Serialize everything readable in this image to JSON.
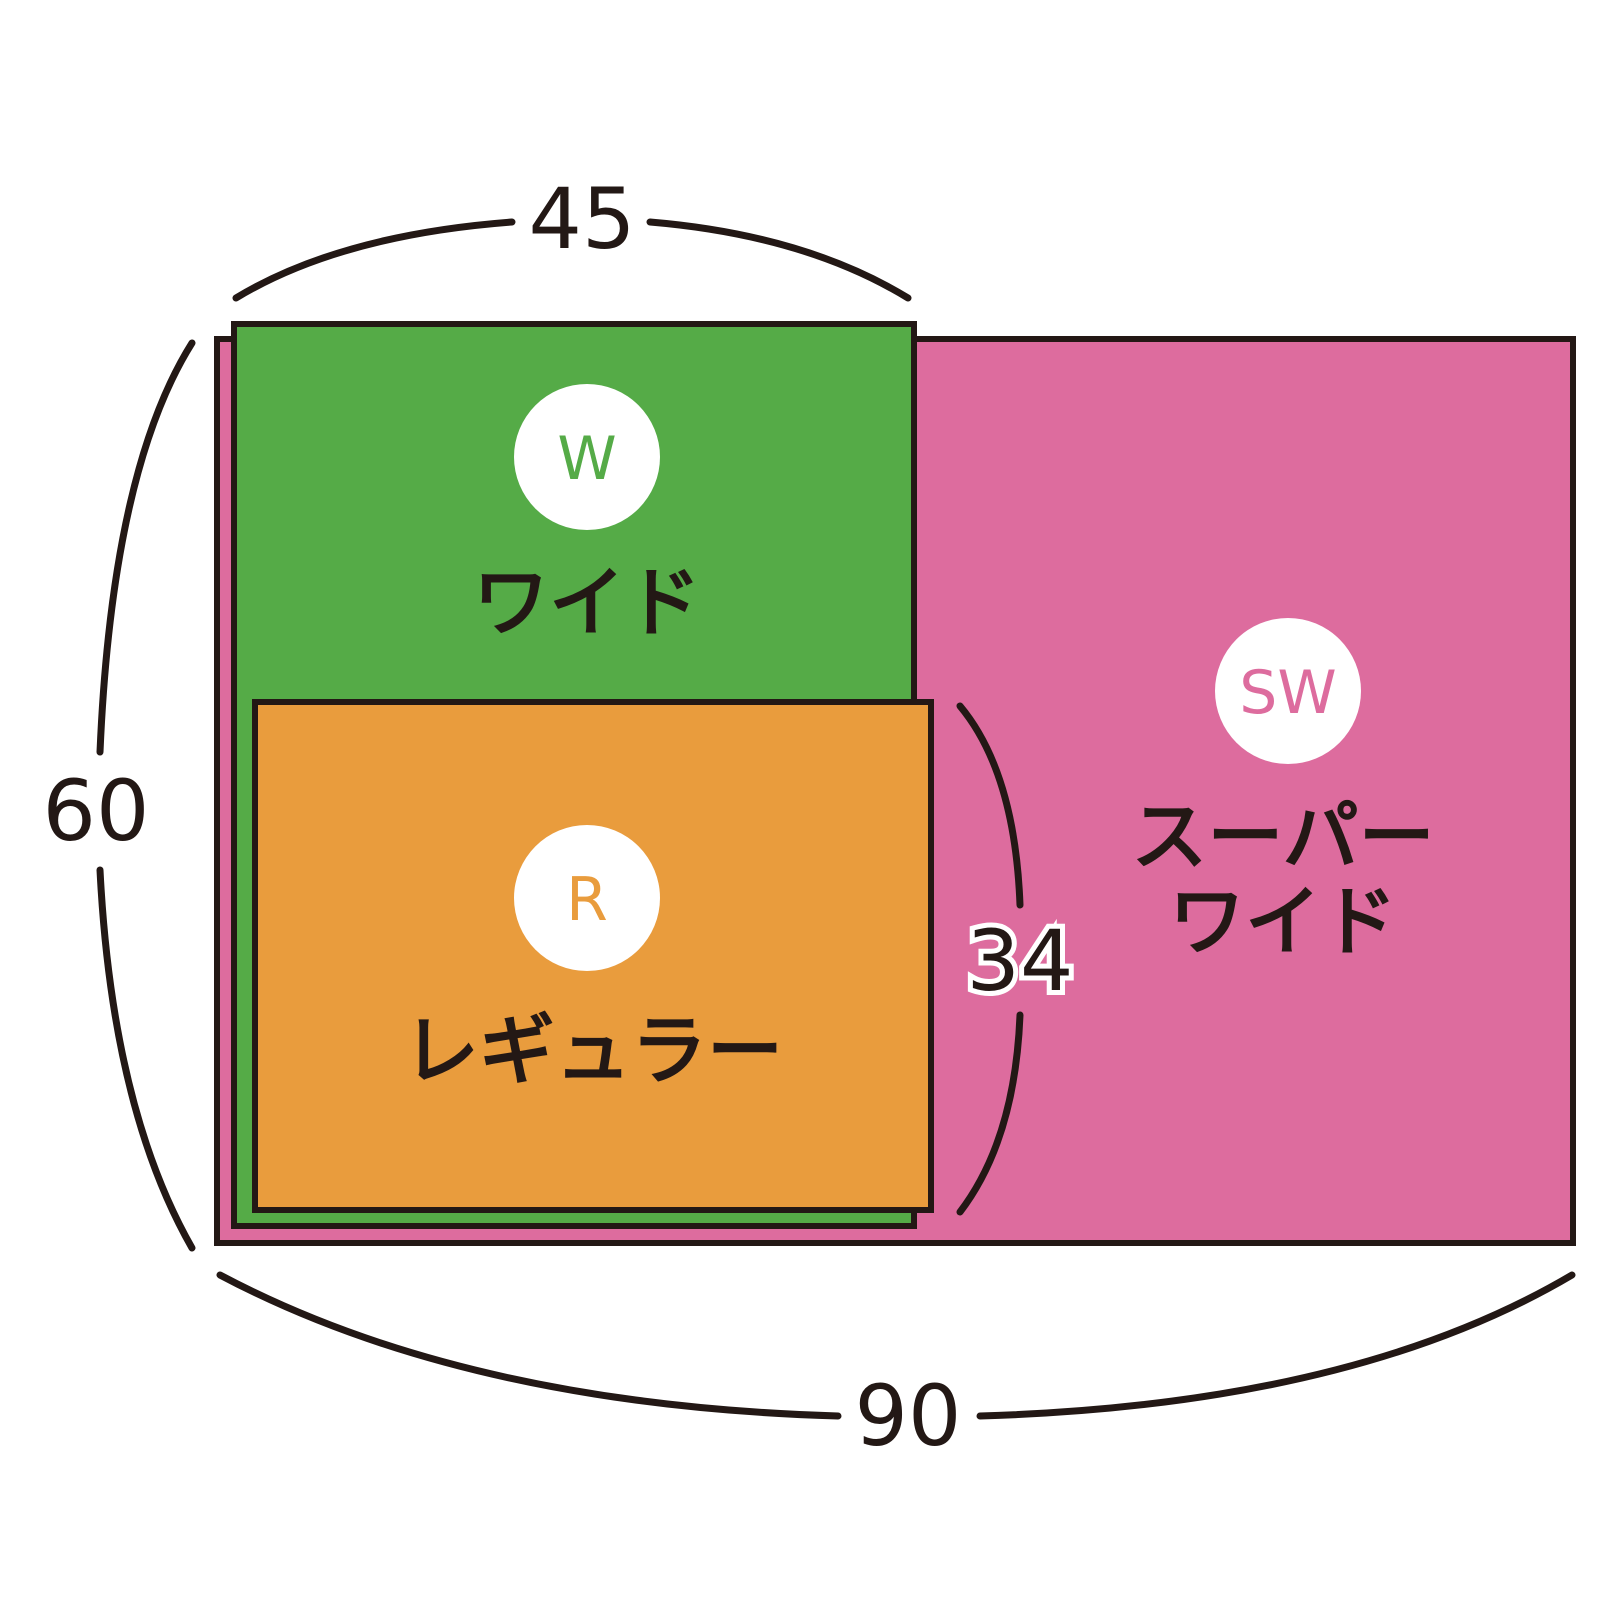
{
  "colors": {
    "super_wide": "#dd6c9e",
    "wide": "#55ab47",
    "regular": "#e99c3d",
    "outline": "#231815",
    "badge_bg": "#ffffff"
  },
  "sizes": {
    "super_wide": {
      "badge": "SW",
      "name_line1": "スーパー",
      "name_line2": "ワイド"
    },
    "wide": {
      "badge": "W",
      "name": "ワイド"
    },
    "regular": {
      "badge": "R",
      "name": "レギュラー"
    }
  },
  "dimensions": {
    "height_all": "60",
    "wide_width": "45",
    "super_wide_width": "90",
    "regular_height": "34"
  }
}
